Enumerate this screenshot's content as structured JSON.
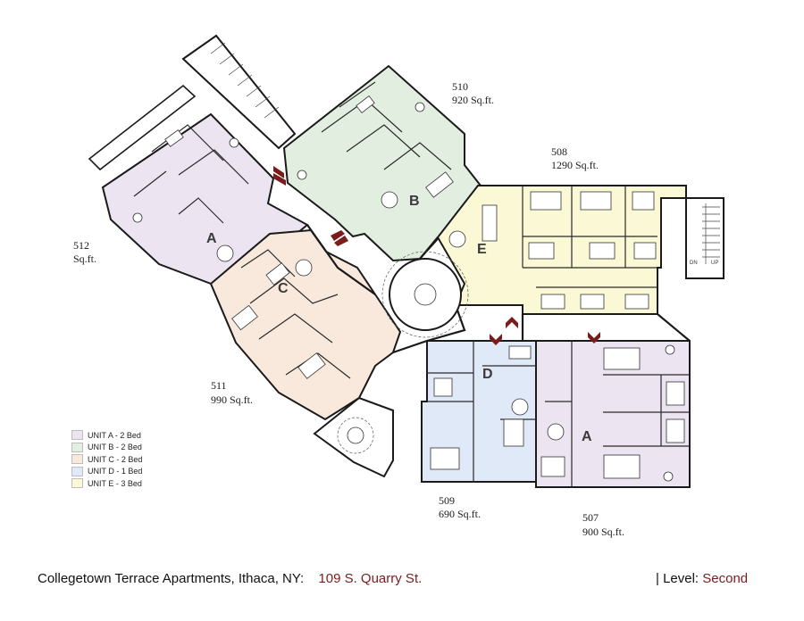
{
  "colors": {
    "unit_a": "#ece4f1",
    "unit_b": "#e2efe0",
    "unit_c": "#f8e9dc",
    "unit_d": "#e0e9f7",
    "unit_e": "#fbf8d6",
    "accent": "#7a1c1c"
  },
  "units": [
    {
      "number": "510",
      "area": "920 Sq.ft.",
      "letter": "B"
    },
    {
      "number": "508",
      "area": "1290 Sq.ft.",
      "letter": "E"
    },
    {
      "number": "512",
      "area": "Sq.ft.",
      "letter": "A"
    },
    {
      "number": "511",
      "area": "990 Sq.ft.",
      "letter": "C"
    },
    {
      "number": "509",
      "area": "690 Sq.ft.",
      "letter": "D"
    },
    {
      "number": "507",
      "area": "900 Sq.ft.",
      "letter": "A"
    }
  ],
  "stair_labels": {
    "down": "DN",
    "up": "UP"
  },
  "legend": [
    {
      "label": "UNIT A - 2 Bed",
      "color": "#ece4f1"
    },
    {
      "label": "UNIT B - 2 Bed",
      "color": "#e2efe0"
    },
    {
      "label": "UNIT C - 2 Bed",
      "color": "#f8e9dc"
    },
    {
      "label": "UNIT D - 1 Bed",
      "color": "#e0e9f7"
    },
    {
      "label": "UNIT E - 3 Bed",
      "color": "#fbf8d6"
    }
  ],
  "footer": {
    "building": "Collegetown Terrace Apartments,  Ithaca, NY:",
    "address": "109 S. Quarry St.",
    "level_prefix": "|  Level:",
    "level": "Second"
  }
}
